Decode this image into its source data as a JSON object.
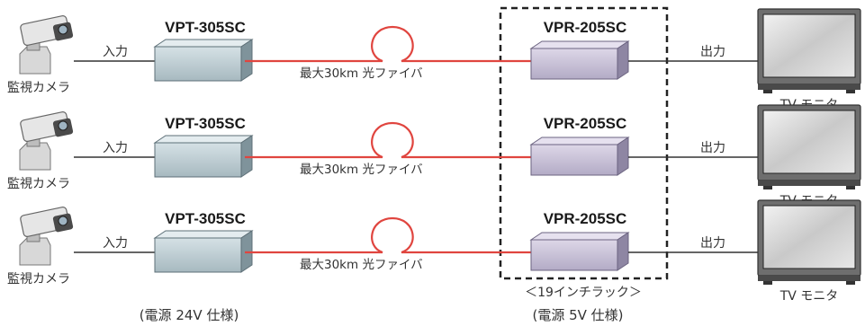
{
  "colors": {
    "fiber": "#e0453f",
    "transmitter": "#b9c9cf",
    "receiver": "#c8c1d6",
    "wire": "#333333",
    "text": "#333333"
  },
  "rows": [
    {
      "camera_label": "監視カメラ",
      "input_label": "入力",
      "transmitter_model": "VPT-305SC",
      "fiber_label": "最大30km 光ファイバ",
      "receiver_model": "VPR-205SC",
      "output_label": "出力",
      "monitor_label": "TV モニタ"
    },
    {
      "camera_label": "監視カメラ",
      "input_label": "入力",
      "transmitter_model": "VPT-305SC",
      "fiber_label": "最大30km 光ファイバ",
      "receiver_model": "VPR-205SC",
      "output_label": "出力",
      "monitor_label": "TV モニタ"
    },
    {
      "camera_label": "監視カメラ",
      "input_label": "入力",
      "transmitter_model": "VPT-305SC",
      "fiber_label": "最大30km 光ファイバ",
      "receiver_model": "VPR-205SC",
      "output_label": "出力",
      "monitor_label": "TV モニタ"
    }
  ],
  "rack_label": "＜19インチラック＞",
  "transmitter_power": "(電源 24V 仕様)",
  "receiver_power": "(電源 5V 仕様)"
}
